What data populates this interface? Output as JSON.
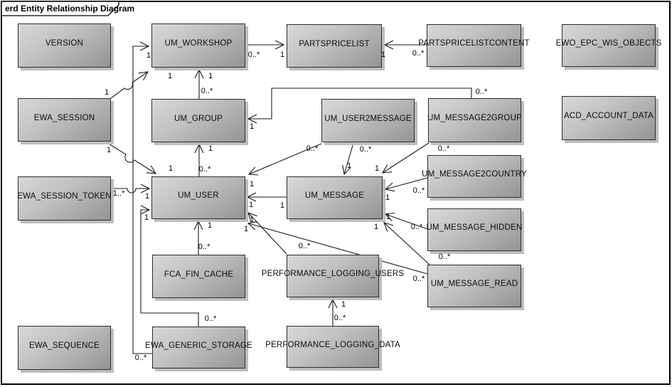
{
  "frame": {
    "title": "erd Entity Relationship Diagram"
  },
  "colors": {
    "background": "#ffffff",
    "entity_fill_light": "#d8d8d8",
    "entity_fill_dark": "#949494",
    "entity_border": "#2d2d2d",
    "entity_shadow": "#bdbdbd",
    "line": "#1a1a1a",
    "text": "#000000"
  },
  "entities": [
    {
      "id": "version",
      "label": "VERSION"
    },
    {
      "id": "um-workshop",
      "label": "UM_WORKSHOP"
    },
    {
      "id": "partspricelist",
      "label": "PARTSPRICELIST"
    },
    {
      "id": "partspricelistcontent",
      "label": "PARTSPRICELISTCONTENT"
    },
    {
      "id": "ewo-epc-wis-objects",
      "label": "EWO_EPC_WIS_OBJECTS"
    },
    {
      "id": "ewa-session",
      "label": "EWA_SESSION"
    },
    {
      "id": "um-group",
      "label": "UM_GROUP"
    },
    {
      "id": "um-user2message",
      "label": "UM_USER2MESSAGE"
    },
    {
      "id": "um-message2group",
      "label": "UM_MESSAGE2GROUP"
    },
    {
      "id": "acd-account-data",
      "label": "ACD_ACCOUNT_DATA"
    },
    {
      "id": "ewa-session-token",
      "label": "EWA_SESSION_TOKEN"
    },
    {
      "id": "um-user",
      "label": "UM_USER"
    },
    {
      "id": "um-message",
      "label": "UM_MESSAGE"
    },
    {
      "id": "um-message2country",
      "label": "UM_MESSAGE2COUNTRY"
    },
    {
      "id": "um-message-hidden",
      "label": "UM_MESSAGE_HIDDEN"
    },
    {
      "id": "fca-fin-cache",
      "label": "FCA_FIN_CACHE"
    },
    {
      "id": "performance-logging-users",
      "label": "PERFORMANCE_LOGGING_USERS"
    },
    {
      "id": "um-message-read",
      "label": "UM_MESSAGE_READ"
    },
    {
      "id": "ewa-sequence",
      "label": "EWA_SEQUENCE"
    },
    {
      "id": "ewa-generic-storage",
      "label": "EWA_GENERIC_STORAGE"
    },
    {
      "id": "performance-logging-data",
      "label": "PERFORMANCE_LOGGING_DATA"
    }
  ],
  "connections": [
    {
      "from": "UM_WORKSHOP",
      "to": "PARTSPRICELIST",
      "source_label": "0..*",
      "target_label": "1"
    },
    {
      "from": "PARTSPRICELISTCONTENT",
      "to": "PARTSPRICELIST",
      "source_label": "0..*",
      "target_label": "1"
    },
    {
      "from": "UM_GROUP",
      "to": "UM_WORKSHOP",
      "source_label": "0..*",
      "target_label": "1"
    },
    {
      "from": "EWA_SESSION",
      "to": "UM_WORKSHOP",
      "source_label": "1",
      "target_label": "1"
    },
    {
      "from": "EWA_SESSION",
      "to": "UM_USER",
      "source_label": "1",
      "target_label": "1"
    },
    {
      "from": "EWA_SESSION_TOKEN",
      "to": "UM_USER",
      "source_label": "1..*",
      "target_label": "1"
    },
    {
      "from": "EWA_GENERIC_STORAGE",
      "to": "UM_USER",
      "source_label": "0..*",
      "target_label": "1"
    },
    {
      "from": "EWA_GENERIC_STORAGE",
      "to": "UM_WORKSHOP",
      "source_label": "0..*",
      "target_label": "1"
    },
    {
      "from": "UM_USER",
      "to": "UM_GROUP",
      "source_label": "0..*",
      "target_label": "1"
    },
    {
      "from": "FCA_FIN_CACHE",
      "to": "UM_USER",
      "source_label": "0..*",
      "target_label": "1"
    },
    {
      "from": "UM_USER2MESSAGE",
      "to": "UM_USER",
      "source_label": "0..*",
      "target_label": "1"
    },
    {
      "from": "UM_USER2MESSAGE",
      "to": "UM_MESSAGE",
      "source_label": "0..*",
      "target_label": "1"
    },
    {
      "from": "UM_MESSAGE2GROUP",
      "to": "UM_MESSAGE",
      "source_label": "0..*",
      "target_label": "1"
    },
    {
      "from": "UM_MESSAGE2GROUP",
      "to": "UM_GROUP",
      "source_label": "0..*",
      "target_label": "1"
    },
    {
      "from": "UM_MESSAGE",
      "to": "UM_USER",
      "source_label": "1",
      "target_label": "1"
    },
    {
      "from": "UM_MESSAGE2COUNTRY",
      "to": "UM_MESSAGE",
      "source_label": "0..*",
      "target_label": "1"
    },
    {
      "from": "UM_MESSAGE_HIDDEN",
      "to": "UM_MESSAGE",
      "source_label": "0..*",
      "target_label": "1"
    },
    {
      "from": "UM_MESSAGE_READ",
      "to": "UM_MESSAGE",
      "source_label": "0..*",
      "target_label": "1"
    },
    {
      "from": "UM_MESSAGE_READ",
      "to": "UM_USER",
      "source_label": "0..*",
      "target_label": "1"
    },
    {
      "from": "PERFORMANCE_LOGGING_USERS",
      "to": "UM_USER",
      "source_label": "0..*",
      "target_label": "1"
    },
    {
      "from": "PERFORMANCE_LOGGING_DATA",
      "to": "PERFORMANCE_LOGGING_USERS",
      "source_label": "0..*",
      "target_label": "1"
    }
  ]
}
